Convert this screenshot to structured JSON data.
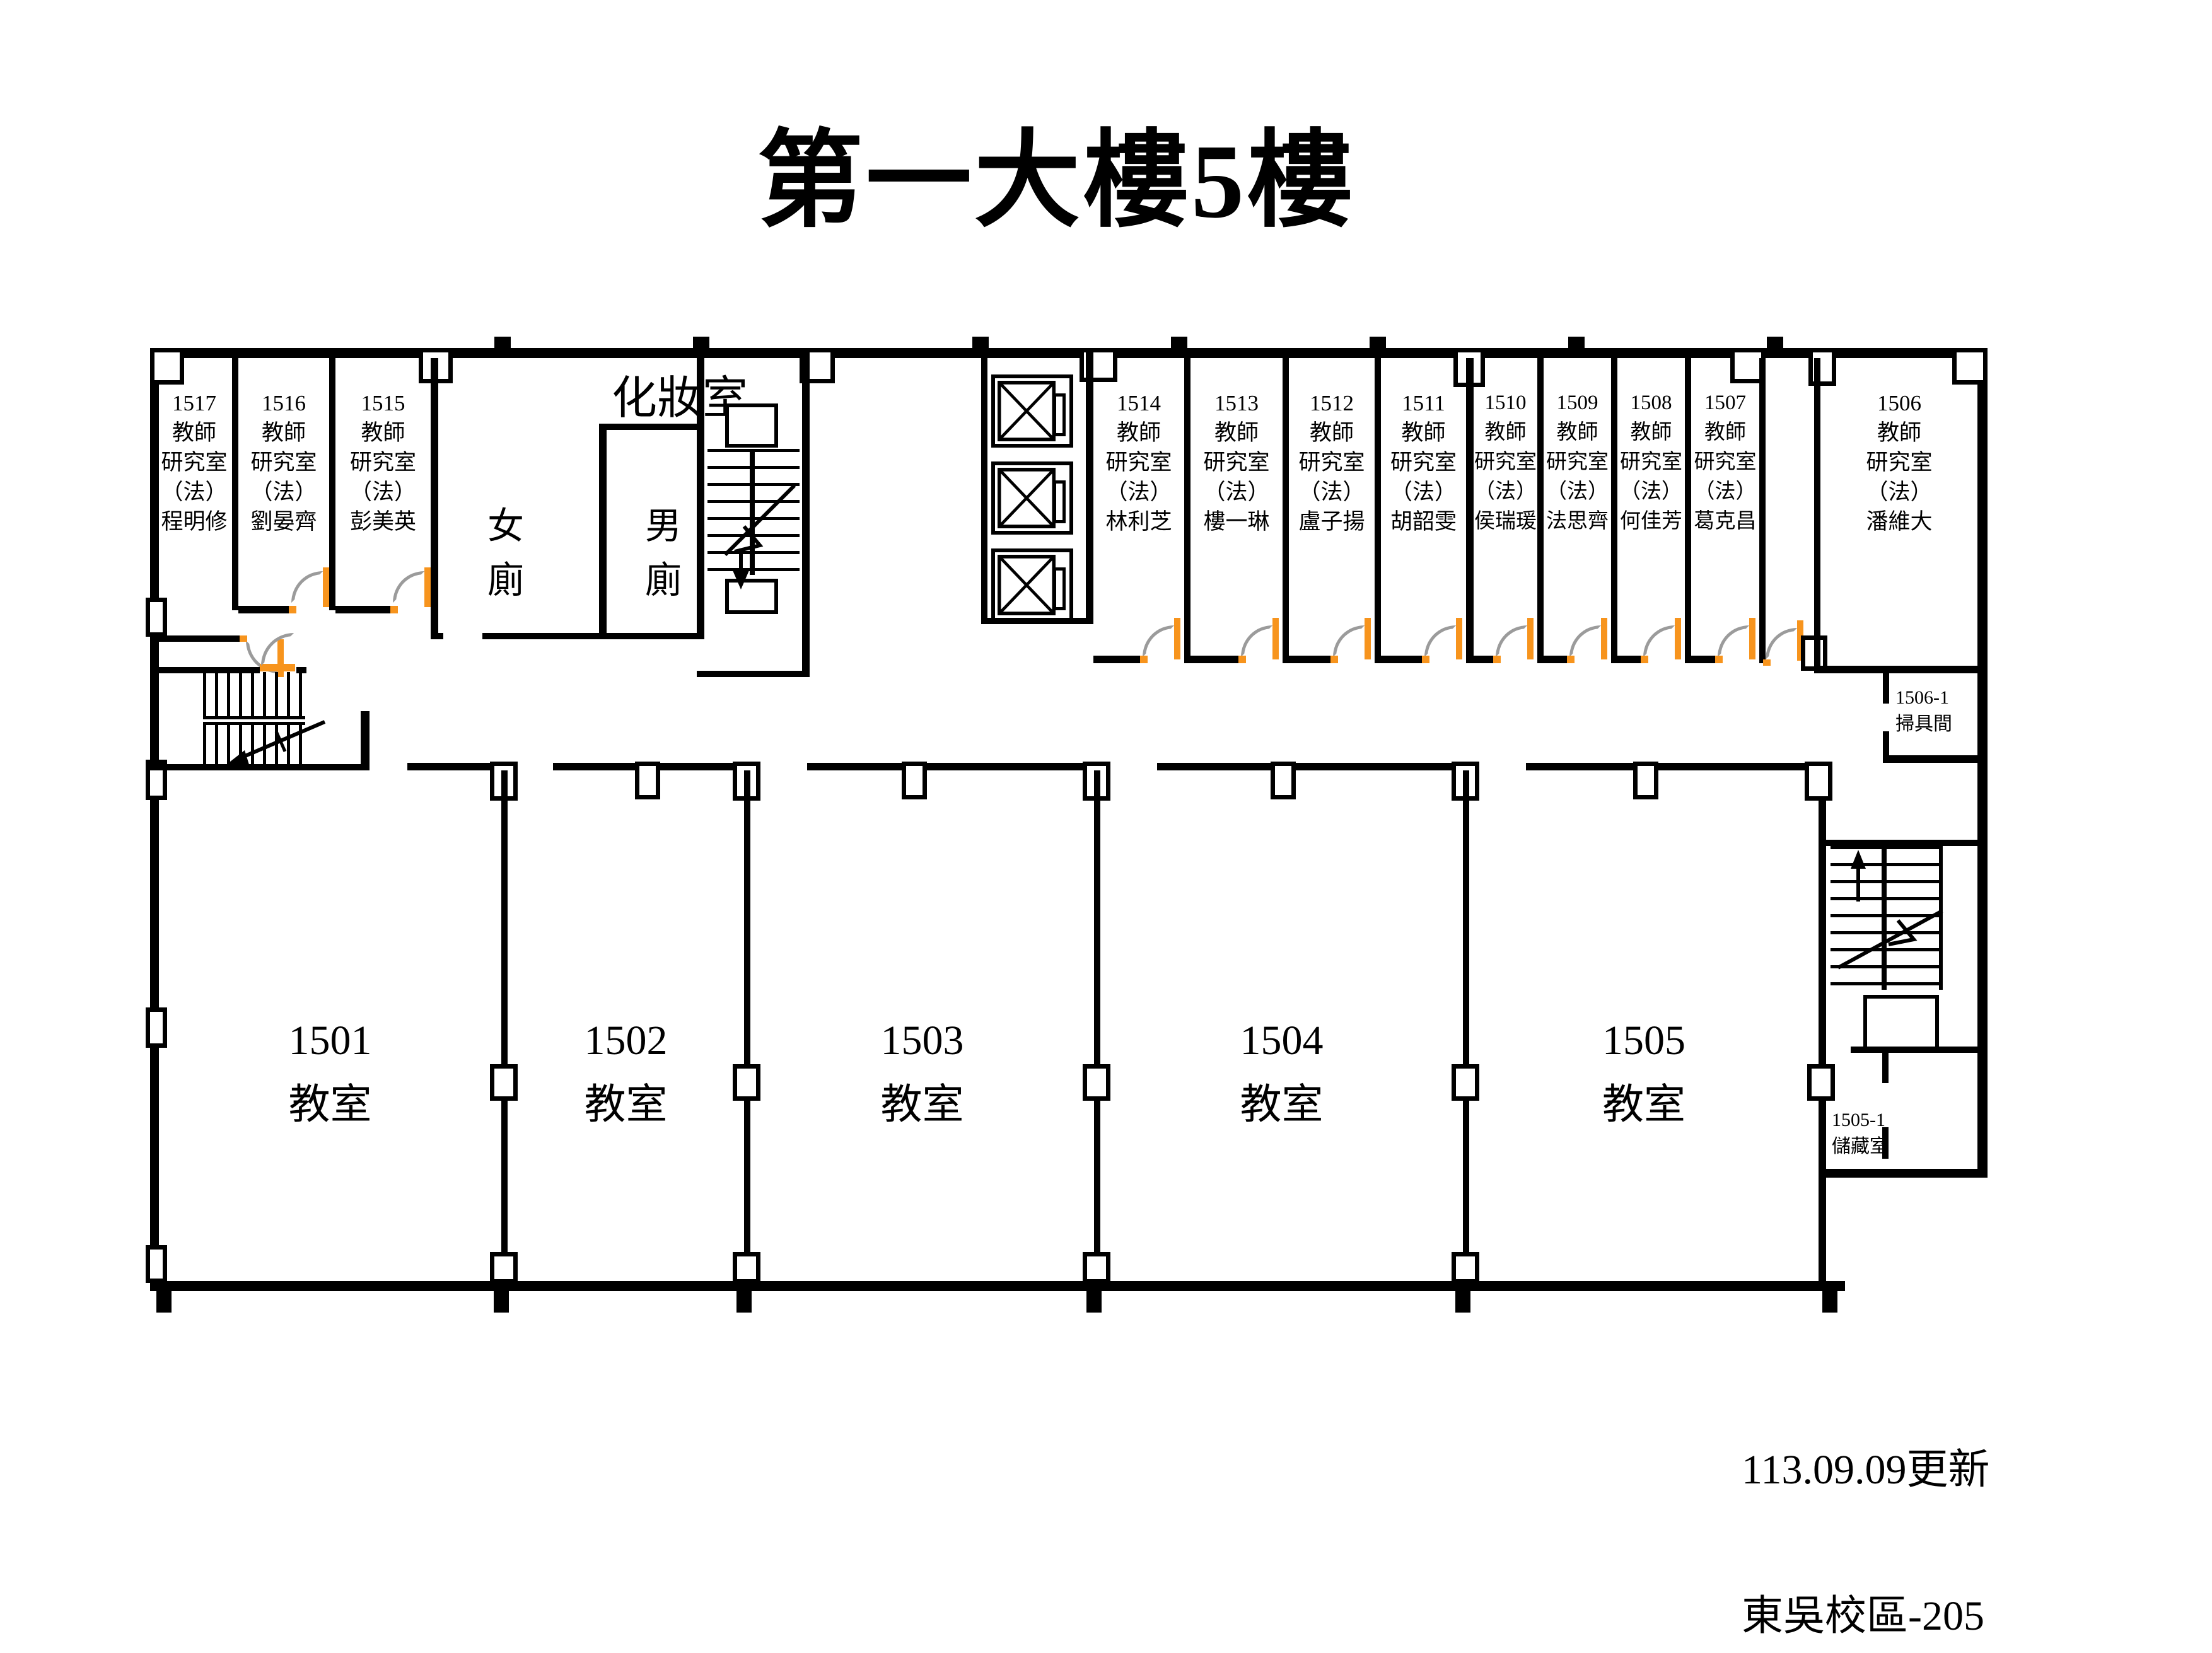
{
  "title": "第一大樓5樓",
  "notes": {
    "updated": "113.09.09更新",
    "campus": "東吳校區-205"
  },
  "facilities": {
    "makeup_room": "化妝室",
    "female_toilet": "女\n廁",
    "male_toilet": "男\n廁",
    "broom_room": "1506-1\n掃具間",
    "storage_room": "1505-1\n儲藏室"
  },
  "offices": [
    {
      "number": "1517",
      "type": "教師研究室（法）",
      "name": "程明修",
      "label": "1517\n教師\n研究室\n（法）\n程明修"
    },
    {
      "number": "1516",
      "type": "教師研究室（法）",
      "name": "劉晏齊",
      "label": "1516\n教師\n研究室\n（法）\n劉晏齊"
    },
    {
      "number": "1515",
      "type": "教師研究室（法）",
      "name": "彭美英",
      "label": "1515\n教師\n研究室\n（法）\n彭美英"
    },
    {
      "number": "1514",
      "type": "教師研究室（法）",
      "name": "林利芝",
      "label": "1514\n教師\n研究室\n（法）\n林利芝"
    },
    {
      "number": "1513",
      "type": "教師研究室（法）",
      "name": "樓一琳",
      "label": "1513\n教師\n研究室\n（法）\n樓一琳"
    },
    {
      "number": "1512",
      "type": "教師研究室（法）",
      "name": "盧子揚",
      "label": "1512\n教師\n研究室\n（法）\n盧子揚"
    },
    {
      "number": "1511",
      "type": "教師研究室（法）",
      "name": "胡韶雯",
      "label": "1511\n教師\n研究室\n（法）\n胡韶雯"
    },
    {
      "number": "1510",
      "type": "教師研究室（法）",
      "name": "侯瑞瑗",
      "label": "1510\n教師\n研究室\n（法）\n侯瑞瑗"
    },
    {
      "number": "1509",
      "type": "教師研究室（法）",
      "name": "法思齊",
      "label": "1509\n教師\n研究室\n（法）\n法思齊"
    },
    {
      "number": "1508",
      "type": "教師研究室（法）",
      "name": "何佳芳",
      "label": "1508\n教師\n研究室\n（法）\n何佳芳"
    },
    {
      "number": "1507",
      "type": "教師研究室（法）",
      "name": "葛克昌",
      "label": "1507\n教師\n研究室\n（法）\n葛克昌"
    },
    {
      "number": "1506",
      "type": "教師研究室（法）",
      "name": "潘維大",
      "label": "1506\n教師\n研究室\n（法）\n潘維大"
    }
  ],
  "classrooms": [
    {
      "number": "1501",
      "label": "1501\n教室"
    },
    {
      "number": "1502",
      "label": "1502\n教室"
    },
    {
      "number": "1503",
      "label": "1503\n教室"
    },
    {
      "number": "1504",
      "label": "1504\n教室"
    },
    {
      "number": "1505",
      "label": "1505\n教室"
    }
  ],
  "colors": {
    "wall": "#000000",
    "door_arc": "#9b9b9b",
    "door_leaf": "#f7941d",
    "background": "#ffffff"
  }
}
